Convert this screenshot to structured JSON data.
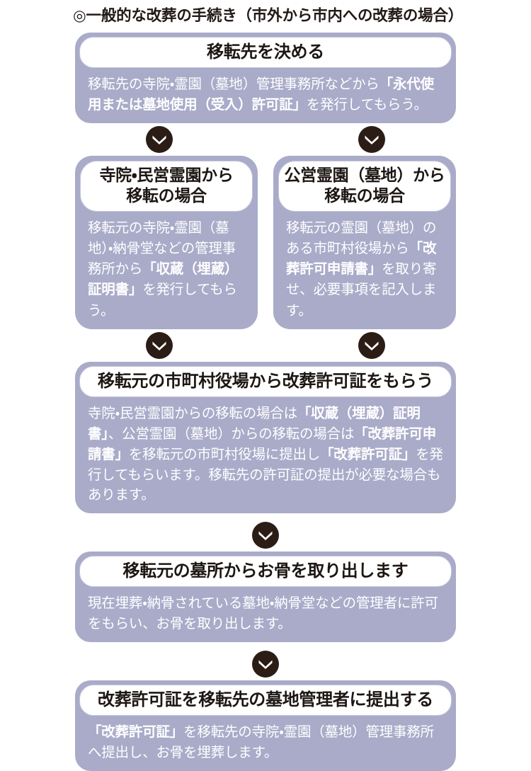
{
  "title": "◎一般的な改葬の手続き（市外から市内への改葬の場合）",
  "colors": {
    "card_background": "#a9abc9",
    "header_pill_background": "#ffffff",
    "header_text": "#1d1613",
    "body_text": "#ffffff",
    "arrow_circle": "#2b1d16",
    "page_background": "#ffffff"
  },
  "icons": {
    "chevron_down": "chevron-down-icon",
    "double_circle_bullet": "◎"
  },
  "steps": {
    "step1": {
      "heading": "移転先を決める",
      "body_line1_plain": "移転先の寺院・霊園（墓地）管理事務所などから",
      "body_line1_bold": "「永代使",
      "body_line2_bold": "用または墓地使用（受入）許可証」",
      "body_line2_plain": "を発行してもらう。"
    },
    "step2_left": {
      "heading_line1": "寺院・民営霊園から",
      "heading_line2": "移転の場合",
      "body_plain_1": "移転元の寺院・霊園（墓地）・納骨堂などの管理事務所から",
      "body_bold_1": "「収蔵（埋蔵）証明書」",
      "body_plain_2": "を発行してもらう。"
    },
    "step2_right": {
      "heading_line1": "公営霊園（墓地）から",
      "heading_line2": "移転の場合",
      "body_plain_1": "移転元の霊園（墓地）のある市町村役場から",
      "body_bold_1": "「改葬許可申請書」",
      "body_plain_2": "を取り寄せ、必要事項を記入します。"
    },
    "step3": {
      "heading": "移転元の市町村役場から改葬許可証をもらう",
      "body_plain_1": "寺院・民営霊園からの移転の場合は",
      "body_bold_1": "「収蔵（埋蔵）証明書」",
      "body_plain_2": "、公営霊園（墓地）からの移転の場合は",
      "body_bold_2": "「改葬許可申請書」",
      "body_plain_3": "を移転元の市町村役場に提出し",
      "body_bold_3": "「改葬許可証」",
      "body_plain_4": "を発行してもらいます。移転先の許可証の提出が必要な場合もあります。"
    },
    "step4": {
      "heading": "移転元の墓所からお骨を取り出します",
      "body_plain_1": "現在埋葬・納骨されている墓地・納骨堂などの管理者に許可をもらい、お骨を取り出します。"
    },
    "step5": {
      "heading": "改葬許可証を移転先の墓地管理者に提出する",
      "body_bold_1": "「改葬許可証」",
      "body_plain_1": "を移転先の寺院・霊園（墓地）管理事務所へ提出し、お骨を埋葬します。"
    }
  }
}
